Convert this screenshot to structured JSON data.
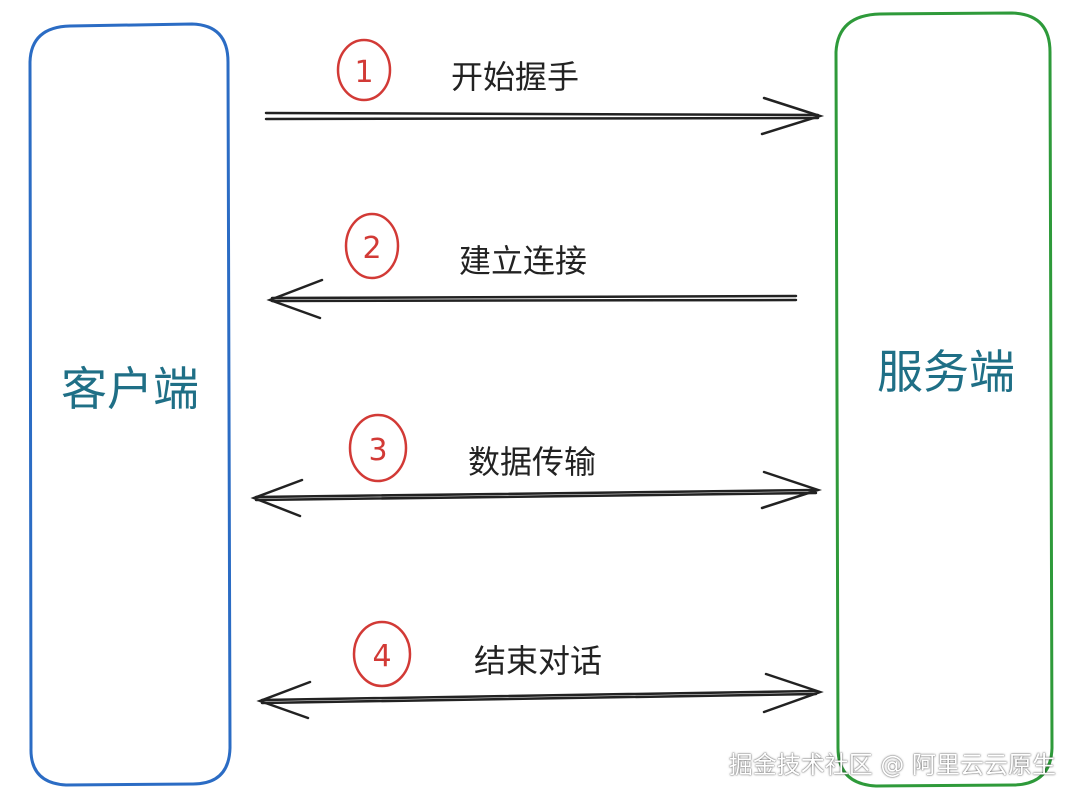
{
  "nodes": {
    "client": {
      "label": "客户端",
      "color": "#2b6cc4"
    },
    "server": {
      "label": "服务端",
      "color": "#2e9a3a"
    }
  },
  "label_color": "#1f6f86",
  "step_number_color": "#d23a36",
  "steps": [
    {
      "number": "1",
      "label": "开始握手",
      "direction": "client-to-server"
    },
    {
      "number": "2",
      "label": "建立连接",
      "direction": "server-to-client"
    },
    {
      "number": "3",
      "label": "数据传输",
      "direction": "bidirectional"
    },
    {
      "number": "4",
      "label": "结束对话",
      "direction": "bidirectional"
    }
  ],
  "watermark": "掘金技术社区 @ 阿里云云原生"
}
